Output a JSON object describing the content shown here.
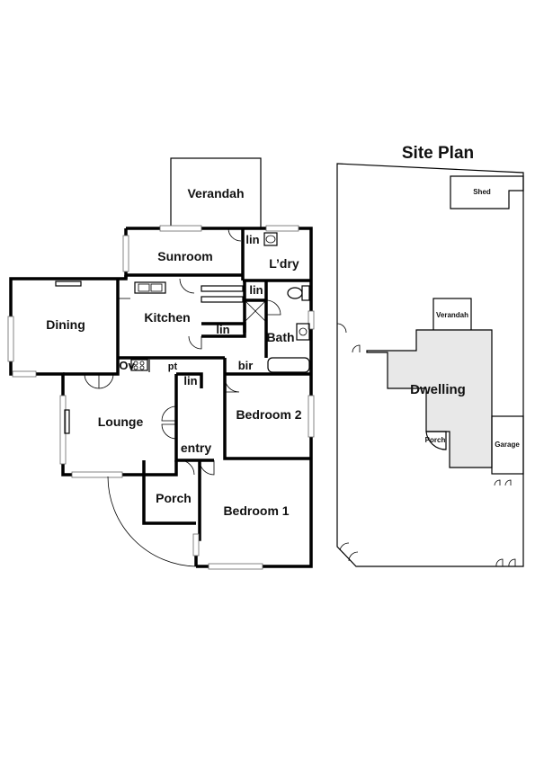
{
  "floor_plan": {
    "rooms": {
      "verandah": "Verandah",
      "sunroom": "Sunroom",
      "laundry": "L’dry",
      "dining": "Dining",
      "kitchen": "Kitchen",
      "bath": "Bath",
      "lounge": "Lounge",
      "bedroom2": "Bedroom 2",
      "entry": "entry",
      "porch": "Porch",
      "bedroom1": "Bedroom 1"
    },
    "fixtures": {
      "lin_laundry": "lin",
      "lin_hall_upper": "lin",
      "lin_hall_mid": "lin",
      "lin_hall_lower": "lin",
      "bir": "bir",
      "oven": "Ov",
      "pantry": "pt"
    }
  },
  "site_plan": {
    "title": "Site Plan",
    "shed": "Shed",
    "verandah": "Verandah",
    "dwelling": "Dwelling",
    "porch": "Porch",
    "garage": "Garage"
  }
}
